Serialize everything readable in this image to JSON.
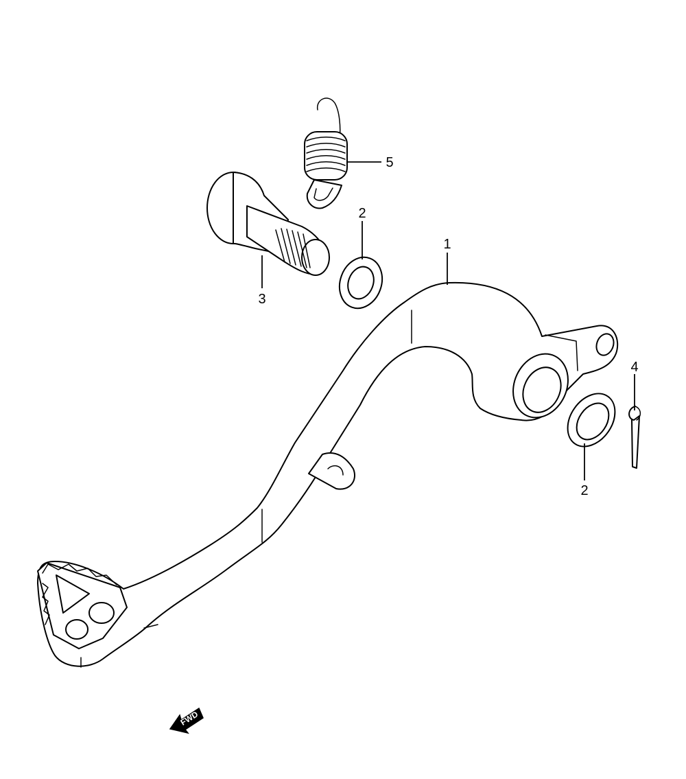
{
  "callouts": {
    "pedal": "1",
    "washer_upper": "2",
    "washer_lower": "2",
    "pivot_bolt": "3",
    "cotter_pin": "4",
    "spring": "5"
  },
  "direction_badge": {
    "label": "FWD",
    "icon": "arrow-left-down-icon"
  }
}
